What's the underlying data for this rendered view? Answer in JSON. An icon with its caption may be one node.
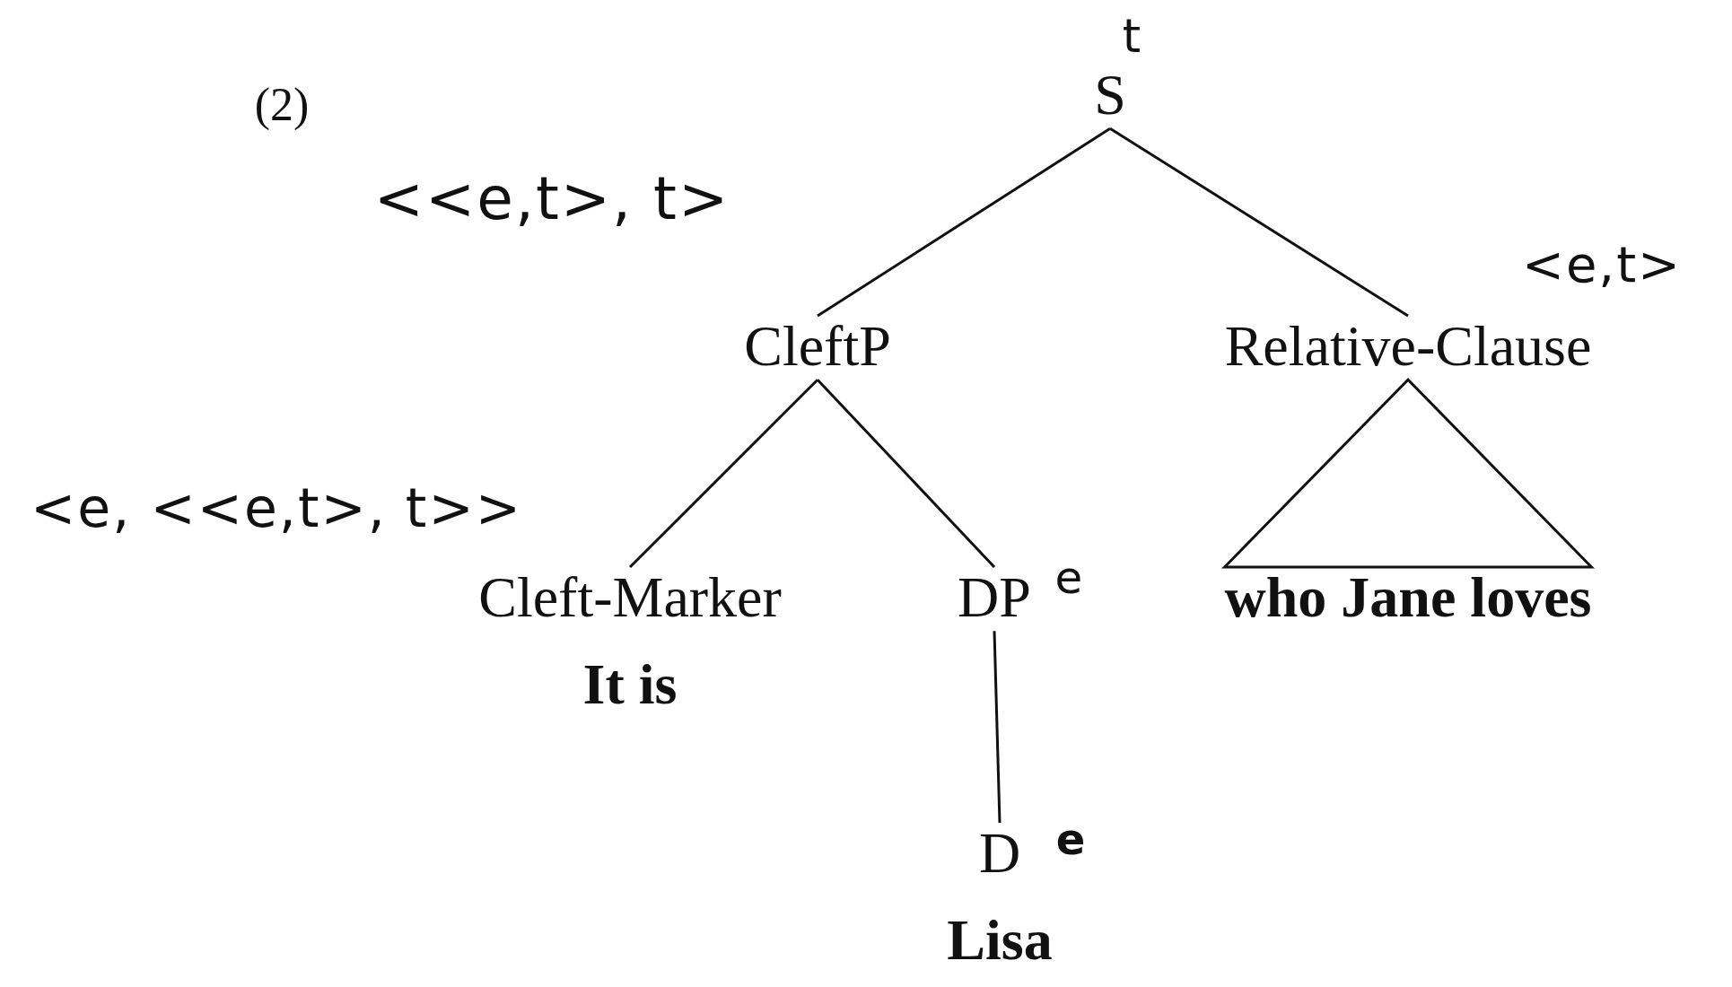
{
  "diagram": {
    "nodes": [
      {
        "text": [
          "S"
        ],
        "beside": [
          "t"
        ]
      },
      {
        "text": [
          "CleftP"
        ],
        "beside": [
          "<<e,t>, t>"
        ]
      },
      {
        "text": [
          "Relative-Clause"
        ],
        "beside": [
          "<e,t>"
        ]
      },
      {
        "text": [
          "Cleft-Marker",
          "It is"
        ],
        "beside": [
          "<e, <<e,t>, t>>"
        ]
      },
      {
        "text": [
          "DP"
        ],
        "beside": [
          "e"
        ]
      },
      {
        "text": [
          "who Jane loves"
        ]
      },
      {
        "text": [
          "D",
          "Lisa"
        ],
        "beside": [
          "e"
        ]
      }
    ],
    "edges": [
      {
        "from": 0,
        "to": 1,
        "arrow": "none"
      },
      {
        "from": 0,
        "to": 2,
        "arrow": "none"
      },
      {
        "from": 1,
        "to": 3,
        "arrow": "none"
      },
      {
        "from": 1,
        "to": 4,
        "arrow": "none"
      },
      {
        "from": 2,
        "to": 5,
        "arrow": "none"
      },
      {
        "from": 4,
        "to": 6,
        "arrow": "none"
      }
    ],
    "labels": [
      "(2)"
    ]
  }
}
